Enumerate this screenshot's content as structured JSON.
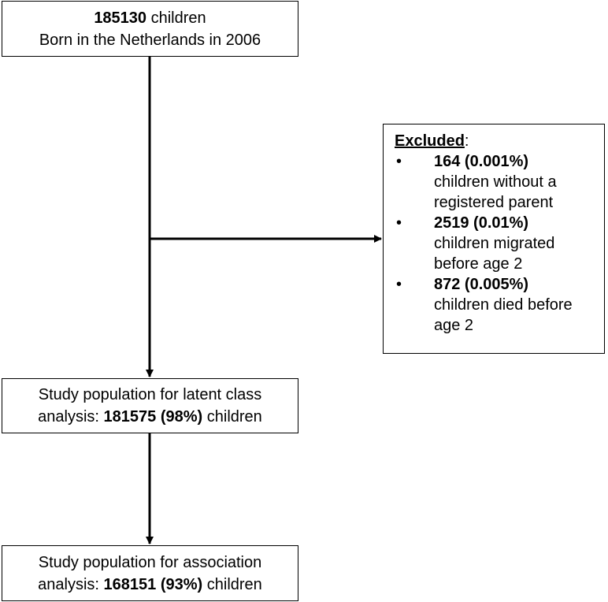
{
  "boxes": {
    "top": {
      "count": "185130",
      "line1_rest": " children",
      "line2": "Born in the Netherlands in 2006"
    },
    "middle": {
      "line1": "Study population for latent class",
      "line2_prefix": "analysis: ",
      "line2_bold": "181575 (98%)",
      "line2_suffix": " children"
    },
    "bottom": {
      "line1": "Study population for association",
      "line2_prefix": "analysis: ",
      "line2_bold": "168151 (93%)",
      "line2_suffix": " children"
    }
  },
  "excluded": {
    "heading": "Excluded",
    "heading_colon": ":",
    "bullet": "•",
    "items": [
      {
        "bold": "164 (0.001%)",
        "line2": "children without a",
        "line3": "registered parent"
      },
      {
        "bold": "2519 (0.01%)",
        "line2": "children migrated",
        "line3": "before age 2"
      },
      {
        "bold": "872 (0.005%)",
        "line2": "children died before",
        "line3": "age 2"
      }
    ]
  }
}
